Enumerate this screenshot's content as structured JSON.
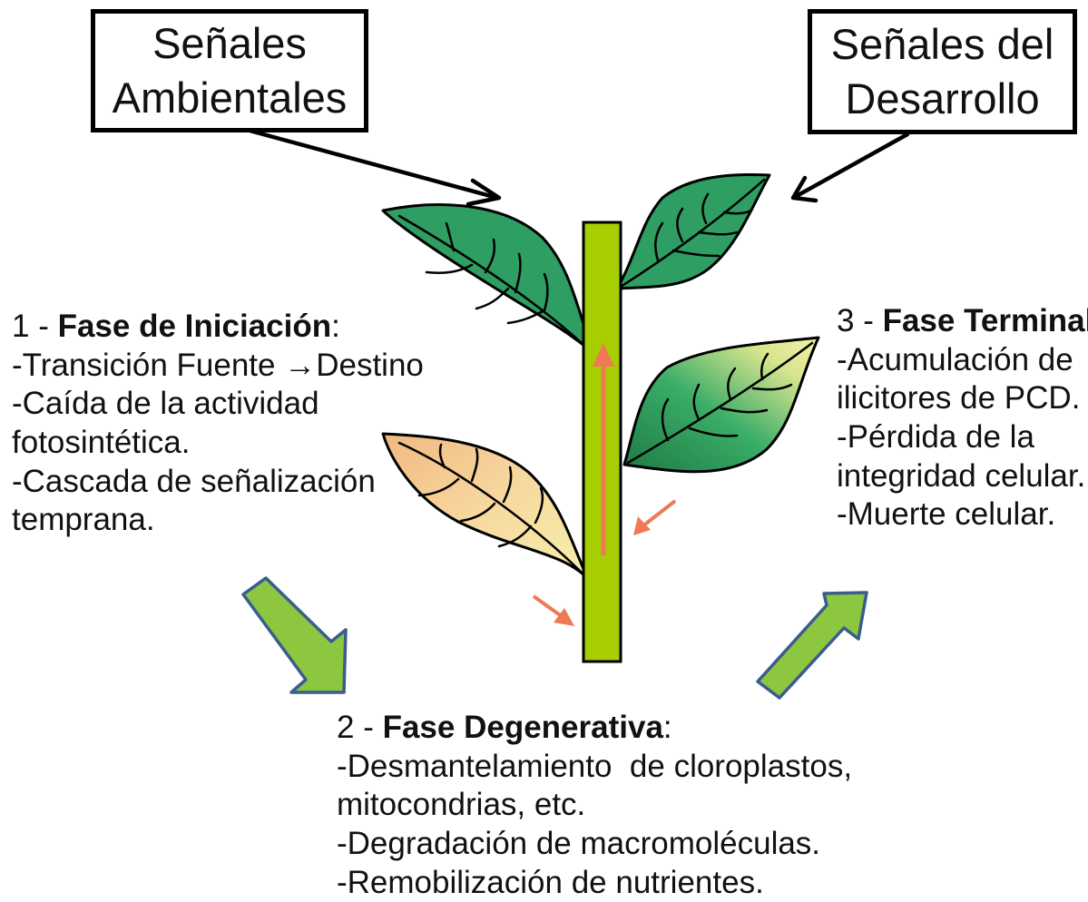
{
  "signals": {
    "environmental": [
      "Señales",
      "Ambientales"
    ],
    "developmental": [
      "Señales del",
      "Desarrollo"
    ]
  },
  "phases": {
    "initiation": {
      "number": "1 - ",
      "name": "Fase de Iniciación",
      "colon": ":",
      "items": [
        {
          "pre": "-Transición Fuente ",
          "arrow": "→",
          "post": "Destino"
        },
        {
          "text": "-Caída de la actividad"
        },
        {
          "text": "fotosintética."
        },
        {
          "text": "-Cascada de señalización"
        },
        {
          "text": "temprana."
        }
      ]
    },
    "degenerative": {
      "number": "2 - ",
      "name": "Fase Degenerativa",
      "colon": ":",
      "items": [
        "-Desmantelamiento  de cloroplastos,",
        "mitocondrias, etc.",
        "-Degradación de macromoléculas.",
        "-Remobilización de nutrientes."
      ]
    },
    "terminal": {
      "number": "3 - ",
      "name": "Fase Terminal",
      "colon": ":",
      "items": [
        "-Acumulación de",
        "ilicitores de PCD.",
        "-Pérdida de la",
        "integridad celular.",
        "-Muerte celular."
      ]
    }
  },
  "colors": {
    "stem": "#A6CE00",
    "leaf_green": "#2E9E63",
    "leaf_yellow": "#F1EFA0",
    "leaf_orange": "#F2C58F",
    "flow_arrow": "#EE7A55",
    "phase_arrow_fill": "#8DC63F",
    "phase_arrow_stroke": "#3A5C8E"
  },
  "icons": [
    "signal-arrow-icon",
    "nutrient-flow-arrow-icon",
    "phase-transition-arrow-icon"
  ]
}
